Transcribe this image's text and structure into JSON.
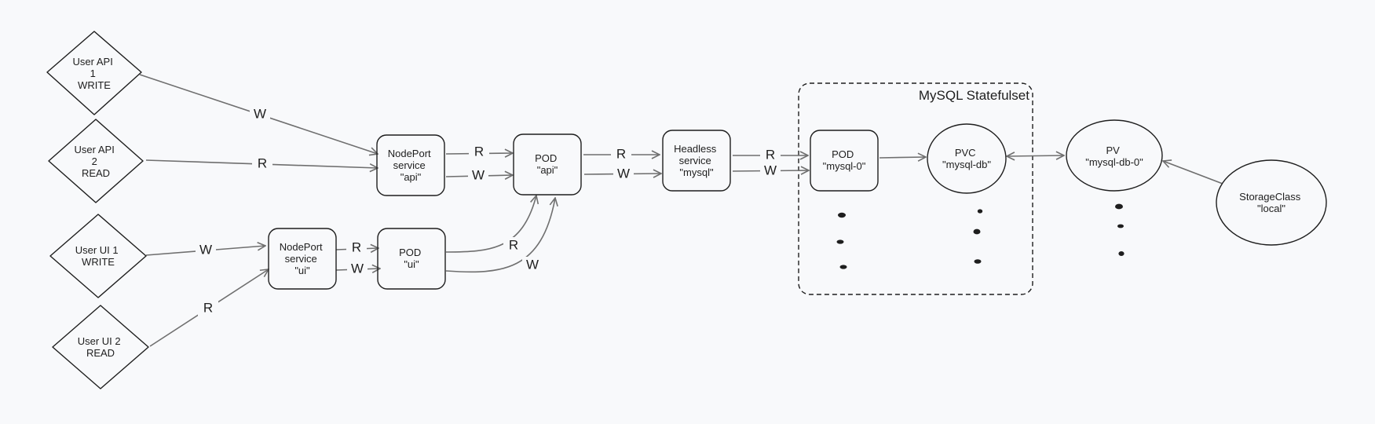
{
  "nodes": [
    {
      "id": "user-api-1",
      "lines": [
        "User API",
        "1",
        "WRITE"
      ]
    },
    {
      "id": "user-api-2",
      "lines": [
        "User API",
        "2",
        "READ"
      ]
    },
    {
      "id": "user-ui-1",
      "lines": [
        "User UI 1",
        "WRITE"
      ]
    },
    {
      "id": "user-ui-2",
      "lines": [
        "User UI 2",
        "READ"
      ]
    },
    {
      "id": "nodeport-api",
      "lines": [
        "NodePort",
        "service",
        "\"api\""
      ]
    },
    {
      "id": "nodeport-ui",
      "lines": [
        "NodePort",
        "service",
        "\"ui\""
      ]
    },
    {
      "id": "pod-ui",
      "lines": [
        "POD",
        "\"ui\""
      ]
    },
    {
      "id": "pod-api",
      "lines": [
        "POD",
        "\"api\""
      ]
    },
    {
      "id": "headless-mysql",
      "lines": [
        "Headless",
        "service",
        "\"mysql\""
      ]
    },
    {
      "id": "pod-mysql-0",
      "lines": [
        "POD",
        "\"mysql-0\""
      ]
    },
    {
      "id": "pvc-mysql-db",
      "lines": [
        "PVC",
        "\"mysql-db\""
      ]
    },
    {
      "id": "pv-mysql-db-0",
      "lines": [
        "PV",
        "\"mysql-db-0\""
      ]
    },
    {
      "id": "storageclass-local",
      "lines": [
        "StorageClass",
        "\"local\""
      ]
    }
  ],
  "group": {
    "title": "MySQL Statefulset"
  },
  "edges": [
    {
      "id": "api1-to-nodeport-api",
      "label": "W"
    },
    {
      "id": "api2-to-nodeport-api",
      "label": "R"
    },
    {
      "id": "ui1-to-nodeport-ui",
      "label": "W"
    },
    {
      "id": "ui2-to-nodeport-ui",
      "label": "R"
    },
    {
      "id": "nodeport-api-to-pod-api-r",
      "label": "R"
    },
    {
      "id": "nodeport-api-to-pod-api-w",
      "label": "W"
    },
    {
      "id": "nodeport-ui-to-pod-ui-r",
      "label": "R"
    },
    {
      "id": "nodeport-ui-to-pod-ui-w",
      "label": "W"
    },
    {
      "id": "pod-ui-to-pod-api-r",
      "label": "R"
    },
    {
      "id": "pod-ui-to-pod-api-w",
      "label": "W"
    },
    {
      "id": "pod-api-to-headless-r",
      "label": "R"
    },
    {
      "id": "pod-api-to-headless-w",
      "label": "W"
    },
    {
      "id": "headless-to-pod-mysql-r",
      "label": "R"
    },
    {
      "id": "headless-to-pod-mysql-w",
      "label": "W"
    },
    {
      "id": "pod-mysql-to-pvc",
      "label": ""
    },
    {
      "id": "pvc-pv-link",
      "label": ""
    },
    {
      "id": "storageclass-to-pv",
      "label": ""
    }
  ]
}
